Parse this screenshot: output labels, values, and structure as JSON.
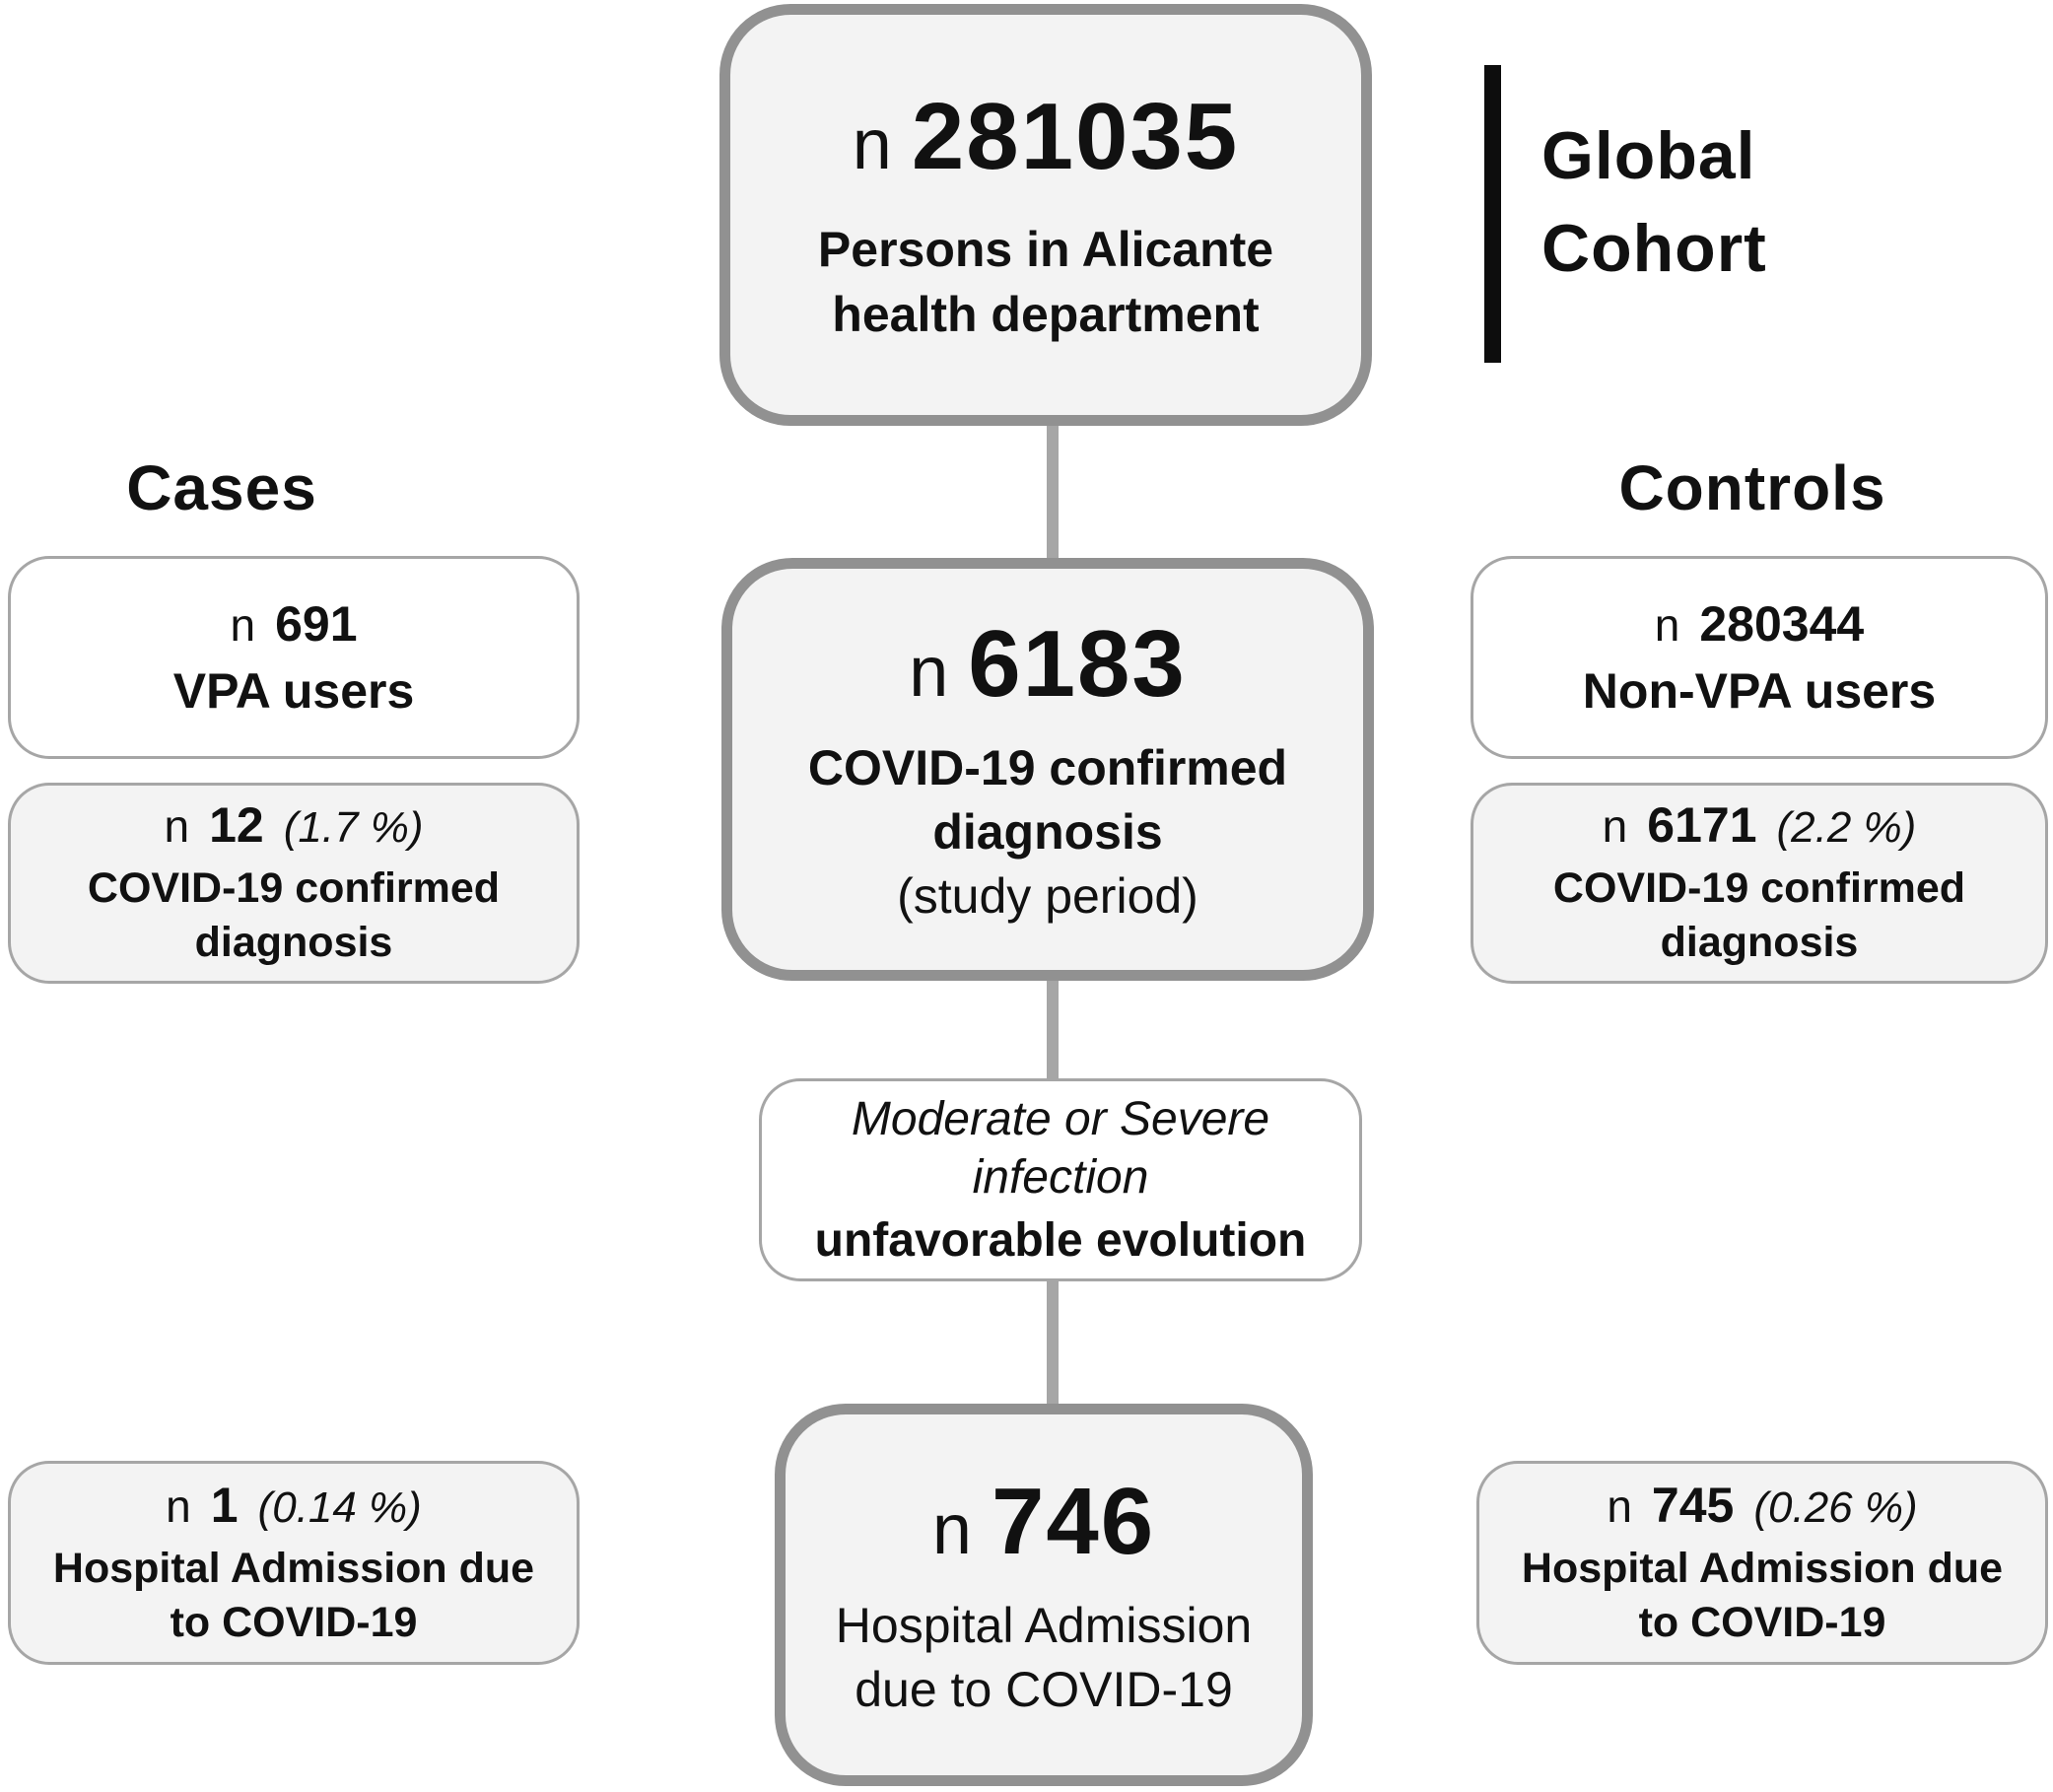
{
  "colors": {
    "box_fill_gray": "#f3f3f3",
    "box_fill_white": "#ffffff",
    "border_thick": "#919191",
    "border_thin": "#a6a6a6",
    "connector": "#a6a6a6",
    "cohort_bar": "#0d0d0d",
    "text": "#111111"
  },
  "headings": {
    "cases": "Cases",
    "controls": "Controls"
  },
  "global_cohort": {
    "label": "Global Cohort"
  },
  "boxes": {
    "top": {
      "prefix": "n",
      "value": "281035",
      "label": "Persons in Alicante health department"
    },
    "covid": {
      "prefix": "n",
      "value": "6183",
      "label": "COVID-19 confirmed diagnosis",
      "sublabel": "(study period)"
    },
    "moderate": {
      "italic_line": "Moderate or Severe infection",
      "bold_line": "unfavorable evolution"
    },
    "admission": {
      "prefix": "n",
      "value": "746",
      "label": "Hospital Admission due to COVID-19"
    },
    "cases_users": {
      "prefix": "n",
      "value": "691",
      "label": "VPA users"
    },
    "cases_covid": {
      "prefix": "n",
      "value": "12",
      "percent": "(1.7 %)",
      "label": "COVID-19 confirmed diagnosis"
    },
    "cases_admission": {
      "prefix": "n",
      "value": "1",
      "percent": "(0.14 %)",
      "label": "Hospital Admission due to COVID-19"
    },
    "controls_users": {
      "prefix": "n",
      "value": "280344",
      "label": "Non-VPA users"
    },
    "controls_covid": {
      "prefix": "n",
      "value": "6171",
      "percent": "(2.2 %)",
      "label": "COVID-19 confirmed diagnosis"
    },
    "controls_admission": {
      "prefix": "n",
      "value": "745",
      "percent": "(0.26 %)",
      "label": "Hospital Admission due to COVID-19"
    }
  }
}
